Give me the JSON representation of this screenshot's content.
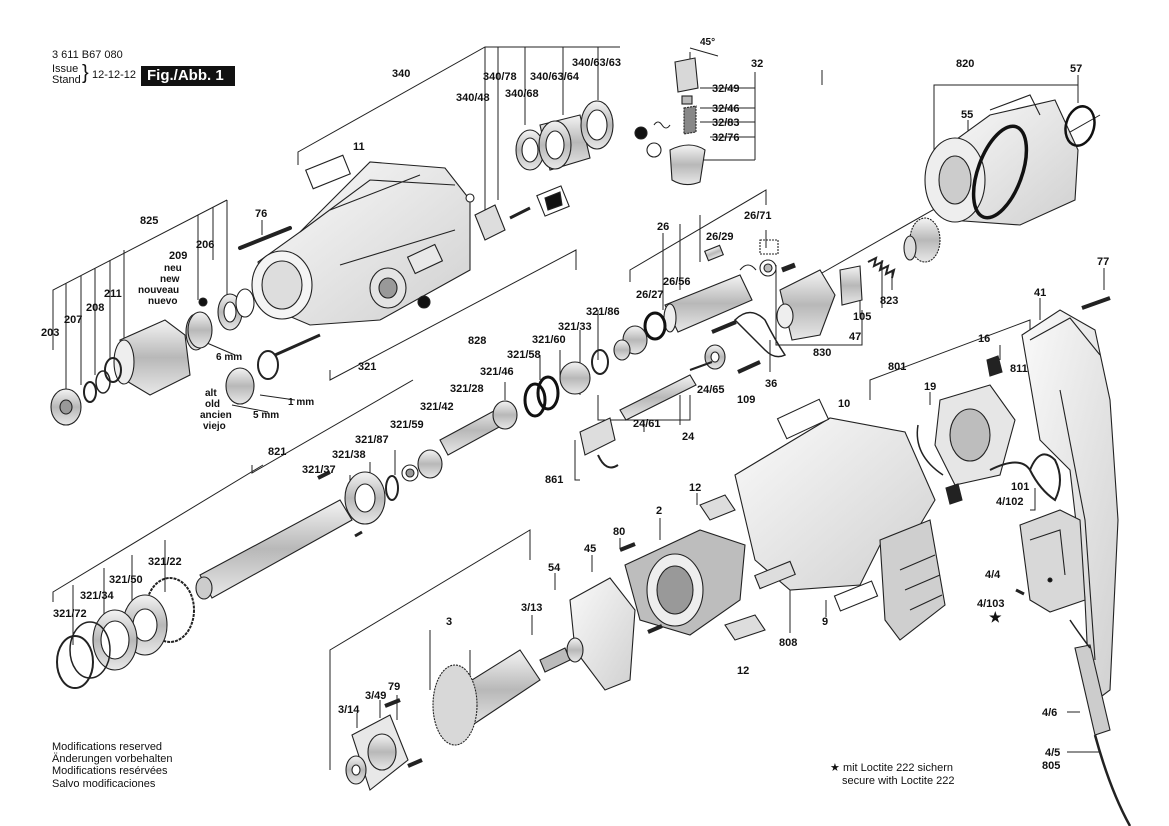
{
  "header": {
    "doc_number": "3 611 B67 080",
    "issue_label": "Issue",
    "stand_label": "Stand",
    "issue_date": "12-12-12",
    "figure_label": "Fig./Abb. 1"
  },
  "footer": {
    "modifications": [
      "Modifications reserved",
      "Änderungen vorbehalten",
      "Modifications resérvées",
      "Salvo modificaciones"
    ],
    "loctite_line1": "mit Loctite 222 sichern",
    "loctite_line2": "secure with Loctite 222",
    "star_symbol": "★"
  },
  "old_new": {
    "new": [
      "neu",
      "new",
      "nouveau",
      "nuevo"
    ],
    "old": [
      "alt",
      "old",
      "ancien",
      "viejo"
    ],
    "size_6": "6 mm",
    "size_5": "5 mm",
    "size_1": "1 mm"
  },
  "angle": "45°",
  "part_labels": {
    "p340": "340",
    "p340_78": "340/78",
    "p340_63_64": "340/63/64",
    "p340_63_63": "340/63/63",
    "p340_48": "340/48",
    "p340_68": "340/68",
    "p32": "32",
    "p32_49": "32/49",
    "p32_46": "32/46",
    "p32_83": "32/83",
    "p32_76": "32/76",
    "p820": "820",
    "p57": "57",
    "p55": "55",
    "p11": "11",
    "p76": "76",
    "p825": "825",
    "p209": "209",
    "p206": "206",
    "p211": "211",
    "p208": "208",
    "p207": "207",
    "p203": "203",
    "p26": "26",
    "p26_71": "26/71",
    "p26_29": "26/29",
    "p26_56": "26/56",
    "p26_27": "26/27",
    "p828": "828",
    "p321_86": "321/86",
    "p321_33": "321/33",
    "p321_60": "321/60",
    "p321_58": "321/58",
    "p321_46": "321/46",
    "p321_28": "321/28",
    "p321_42": "321/42",
    "p321_59": "321/59",
    "p321": "321",
    "p821": "821",
    "p321_87": "321/87",
    "p321_38": "321/38",
    "p321_37": "321/37",
    "p321_22": "321/22",
    "p321_50": "321/50",
    "p321_34": "321/34",
    "p321_72": "321/72",
    "p823": "823",
    "p105": "105",
    "p47": "47",
    "p830": "830",
    "p36": "36",
    "p24_65": "24/65",
    "p109": "109",
    "p24_61": "24/61",
    "p24": "24",
    "p861": "861",
    "p77": "77",
    "p41": "41",
    "p801": "801",
    "p16": "16",
    "p811": "811",
    "p19": "19",
    "p10": "10",
    "p101": "101",
    "p4_102": "4/102",
    "p4_4": "4/4",
    "p4_103": "4/103",
    "p12a": "12",
    "p2": "2",
    "p80": "80",
    "p45": "45",
    "p54": "54",
    "p3_13": "3/13",
    "p808": "808",
    "p9": "9",
    "p12b": "12",
    "p3": "3",
    "p79": "79",
    "p3_49": "3/49",
    "p3_14": "3/14",
    "p4_6": "4/6",
    "p4_5": "4/5",
    "p805": "805"
  }
}
